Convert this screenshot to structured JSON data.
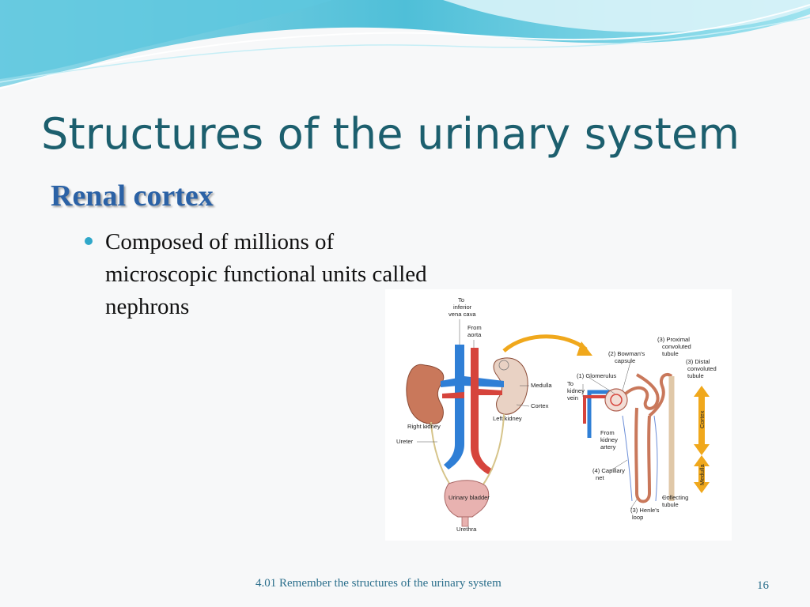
{
  "slide": {
    "title": "Structures of the urinary system",
    "subheading": "Renal cortex",
    "bullet": "Composed of millions of microscopic functional units called nephrons",
    "footer": "4.01 Remember the structures of the urinary system",
    "page_number": "16"
  },
  "figure": {
    "labels": {
      "to_inferior": "To",
      "to_inferior_2": "inferior",
      "to_inferior_3": "vena cava",
      "from_aorta": "From",
      "from_aorta_2": "aorta",
      "medulla": "Medulla",
      "cortex": "Cortex",
      "left_kidney": "Left kidney",
      "right_kidney": "Right kidney",
      "ureter": "Ureter",
      "urinary_bladder": "Urinary bladder",
      "urethra": "Urethra",
      "proximal_1": "(3) Proximal",
      "proximal_2": "convoluted",
      "proximal_3": "tubule",
      "bowmans_1": "(2) Bowman's",
      "bowmans_2": "capsule",
      "distal_1": "(3) Distal",
      "distal_2": "convoluted",
      "distal_3": "tubule",
      "glomerulus": "(1) Glomerulus",
      "to_kidney_vein_1": "To",
      "to_kidney_vein_2": "kidney",
      "to_kidney_vein_3": "vein",
      "from_artery_1": "From",
      "from_artery_2": "kidney",
      "from_artery_3": "artery",
      "capillary_1": "(4) Capillary",
      "capillary_2": "net",
      "collecting_1": "Collecting",
      "collecting_2": "tubule",
      "henle_1": "(3) Henle's",
      "henle_2": "loop",
      "cortex_bar": "Cortex",
      "medulla_bar": "Medulla"
    },
    "colors": {
      "vein": "#2f7fd6",
      "artery": "#d6443c",
      "kidney": "#c9785b",
      "arrow": "#f0a81c",
      "bladder": "#e8b2b0"
    }
  }
}
